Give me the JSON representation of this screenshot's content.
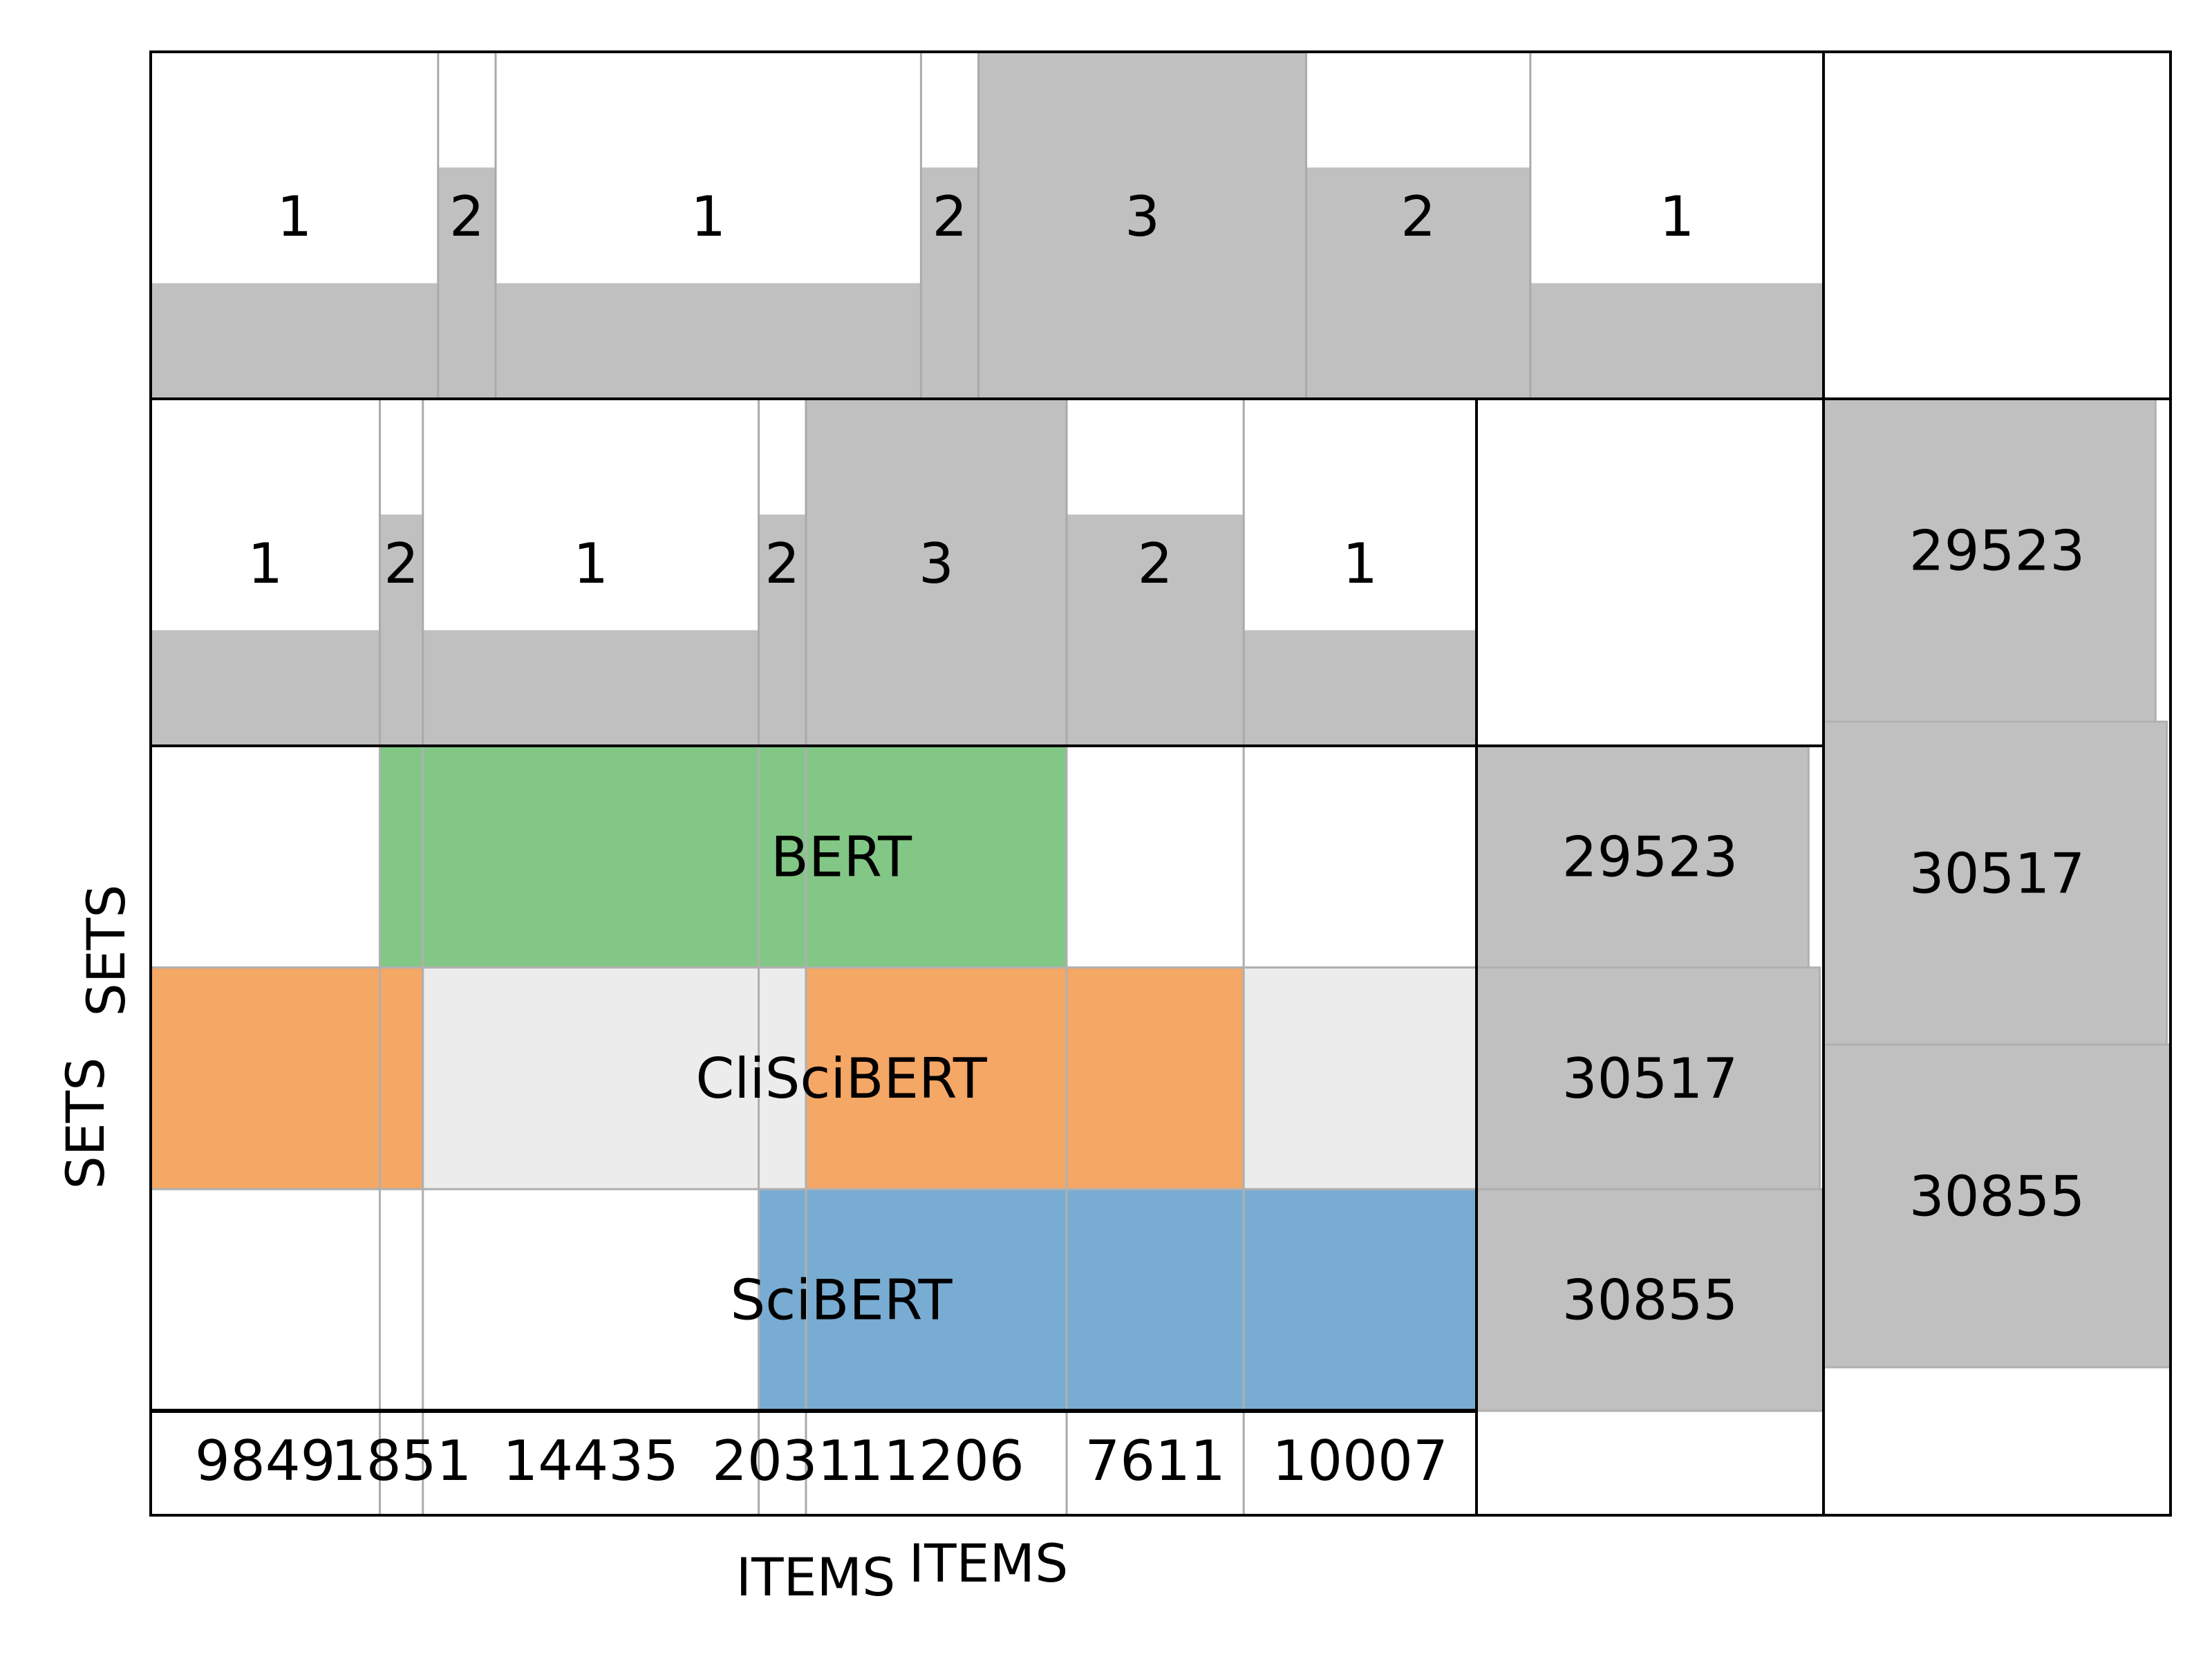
{
  "chart_data": {
    "type": "heatmap",
    "sets": [
      "BERT",
      "CliSciBERT",
      "SciBERT"
    ],
    "items": [
      {
        "count": "9849",
        "membership": [
          0,
          1,
          0
        ]
      },
      {
        "count": "1851",
        "membership": [
          1,
          1,
          0
        ]
      },
      {
        "count": "14435",
        "membership": [
          1,
          0,
          0
        ]
      },
      {
        "count": "2031",
        "membership": [
          1,
          0,
          1
        ]
      },
      {
        "count": "11206",
        "membership": [
          1,
          1,
          1
        ]
      },
      {
        "count": "7611",
        "membership": [
          0,
          1,
          1
        ]
      },
      {
        "count": "10007",
        "membership": [
          0,
          0,
          1
        ]
      }
    ],
    "degree_labels": [
      "1",
      "2",
      "1",
      "2",
      "3",
      "2",
      "1"
    ],
    "set_sizes": [
      "29523",
      "30517",
      "30855"
    ],
    "axis_labels": {
      "items": [
        "ITEMS",
        "ITEMS"
      ],
      "sets": [
        "SETS",
        "SETS"
      ]
    },
    "colors": {
      "BERT": "#82c785",
      "CliSciBERT": "#f5a766",
      "SciBERT": "#79acd2",
      "neutral": "#c0c0c0",
      "row_shade": "#ececec",
      "absent": "#ffffff"
    }
  }
}
